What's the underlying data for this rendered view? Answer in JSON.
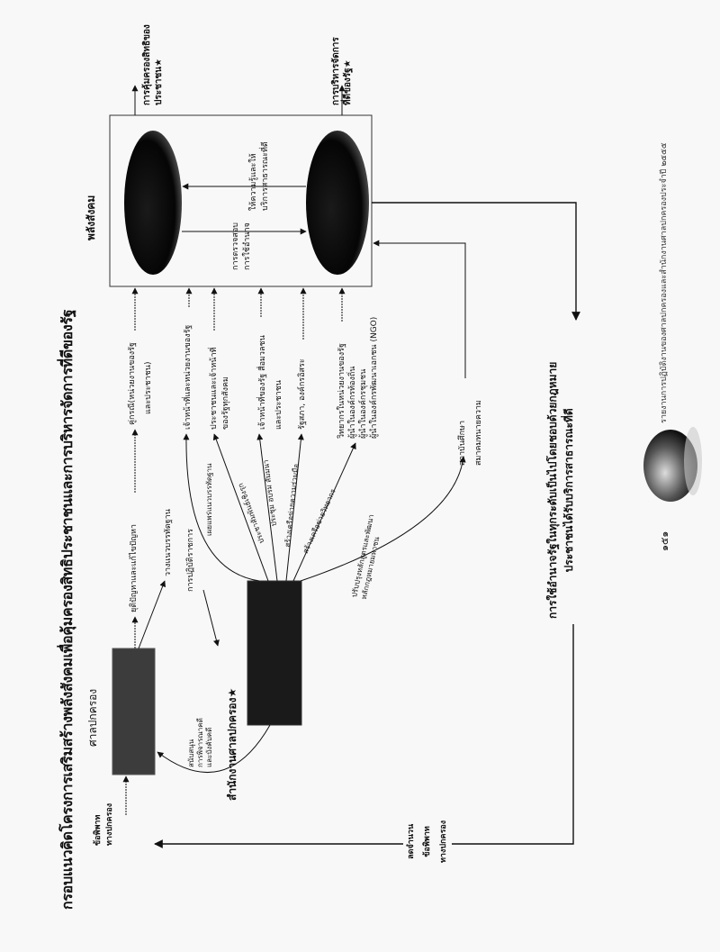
{
  "title": "กรอบแนวคิดโครงการเสริมสร้างพลังสังคมเพื่อคุ้มครองสิทธิประชาชนและการบริหารจัดการที่ดีของรัฐ",
  "social_power": {
    "label": "พลังสังคม",
    "outputs": [
      {
        "line1": "การคุ้มครองสิทธิของ",
        "line2": "ประชาชน★"
      },
      {
        "line1": "การบริหารจัดการ",
        "line2": "ที่ดีของรัฐ★"
      }
    ],
    "inner_top": {
      "line1": "ให้ความรู้และให้",
      "line2": "บริการสาธารณะที่ดี"
    },
    "inner_bottom": {
      "line1": "การตรวจสอบ",
      "line2": "การใช้อำนาจ"
    }
  },
  "court": {
    "label": "ศาลปกครอง",
    "input": {
      "line1": "ข้อพิพาท",
      "line2": "ทางปกครอง"
    },
    "result": "ยุติปัญหาและแก้ไขปัญหา",
    "parties": {
      "line1": "คู่กรณี(หน่วยงานของรัฐ",
      "line2": "และประชาชน)"
    },
    "precedent": "วางแนวบรรทัดฐาน",
    "practice": "การปฏิบัติราชการ"
  },
  "office": {
    "label": "สำนักงานศาลปกครอง★",
    "support": {
      "line1": "สนับสนุน",
      "line2": "การพิจารณาคดี",
      "line3": "และบังคับคดี"
    },
    "channels": [
      {
        "label": "เผยแพร่แนวบรรทัดฐาน",
        "targets": [
          "เจ้าหน้าที่และหน่วยงานของรัฐ"
        ]
      },
      {
        "label": "ประชาสัมพันธ์เชิงรุก",
        "targets": [
          "ประชาชนและเจ้าหน้าที่",
          "ของรัฐทุกสังคม"
        ]
      },
      {
        "label": "ประชุม อบรม สัมมนา",
        "targets": [
          "เจ้าหน้าที่ของรัฐ สื่อมวลชน",
          "และประชาชน"
        ]
      },
      {
        "label": "สร้างเครือข่ายความร่วมมือ",
        "targets": [
          "รัฐสภา, องค์กรอิสระ"
        ]
      },
      {
        "label": "สร้างเครือข่ายวิทยากร",
        "targets": [
          "วิทยากรในหน่วยงานของรัฐ",
          "ผู้นำในองค์กรท้องถิ่น",
          "ผู้นำในองค์กรชุมชน",
          "ผู้นำในองค์กรพัฒนาเอกชน (NGO)"
        ]
      },
      {
        "label": "ปรับปรุงหลักสูตรและพัฒนา",
        "label2": "หลักกฎหมายมหาชน",
        "targets": [
          "สถาบันศึกษา",
          "สมาคมทนายความ"
        ]
      }
    ]
  },
  "outcome": {
    "line1": "การใช้อำนาจรัฐในทุกระดับเป็นไปโดยชอบด้วยกฎหมาย",
    "line2": "ประชาชนได้รับบริการสาธารณะที่ดี"
  },
  "reduce": {
    "line1": "ลดจำนวน",
    "line2": "ข้อพิพาท",
    "line3": "ทางปกครอง"
  },
  "footer": {
    "report": "รายงานการปฏิบัติงานของศาลปกครองและสำนักงานศาลปกครองประจำปี ๒๕๕๕",
    "page": "๑๕๑"
  }
}
